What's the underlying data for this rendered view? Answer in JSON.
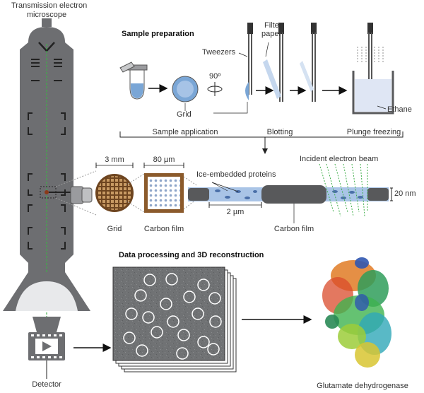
{
  "microscope": {
    "title_line1": "Transmission electron",
    "title_line2": "microscope",
    "detector_label": "Detector"
  },
  "sample_prep": {
    "heading": "Sample preparation",
    "tweezers_label": "Tweezers",
    "filter_paper_line1": "Filter",
    "filter_paper_line2": "paper",
    "rotation_label": "90º",
    "grid_label": "Grid",
    "ethane_label": "Ethane",
    "steps": [
      "Sample application",
      "Blotting",
      "Plunge freezing"
    ]
  },
  "grid_detail": {
    "grid_size": "3 mm",
    "film_size": "80 µm",
    "grid_label": "Grid",
    "film_label": "Carbon film"
  },
  "ice_section": {
    "proteins_label": "Ice-embedded proteins",
    "beam_label": "Incident electron beam",
    "scale_label": "2 µm",
    "thickness_label": "20 nm",
    "carbon_label": "Carbon film"
  },
  "processing": {
    "heading": "Data processing and 3D reconstruction",
    "result_label": "Glutamate dehydrogenase"
  },
  "colors": {
    "microscope": "#6d6e71",
    "microscope_dark": "#4d4e51",
    "beam": "#3fae49",
    "ice": "#a9c4e6",
    "carbon": "#58595b",
    "grid_frame": "#8b5a2b"
  }
}
